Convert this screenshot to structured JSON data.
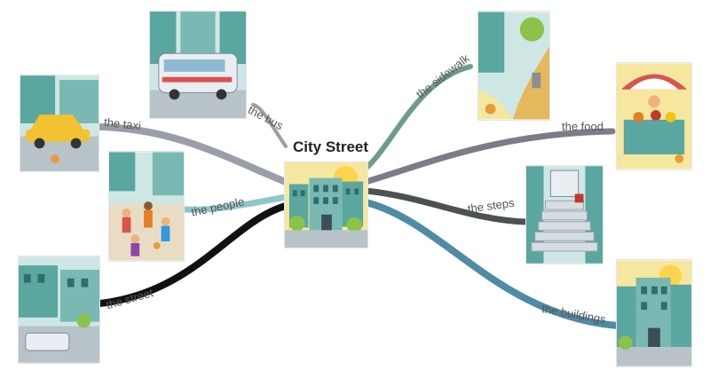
{
  "central": {
    "title": "City Street"
  },
  "branches": [
    {
      "id": "bus",
      "label": "the bus",
      "color": "#9a9ea8"
    },
    {
      "id": "taxi",
      "label": "the taxi",
      "color": "#9a9ea8"
    },
    {
      "id": "people",
      "label": "the people",
      "color": "#8fc7c9"
    },
    {
      "id": "street",
      "label": "the street",
      "color": "#111111"
    },
    {
      "id": "sidewalk",
      "label": "the sidewalk",
      "color": "#6f9b8c"
    },
    {
      "id": "food",
      "label": "the food",
      "color": "#7a7d86"
    },
    {
      "id": "steps",
      "label": "the steps",
      "color": "#4b5251"
    },
    {
      "id": "buildings",
      "label": "the buildings",
      "color": "#4f8aa6"
    }
  ]
}
